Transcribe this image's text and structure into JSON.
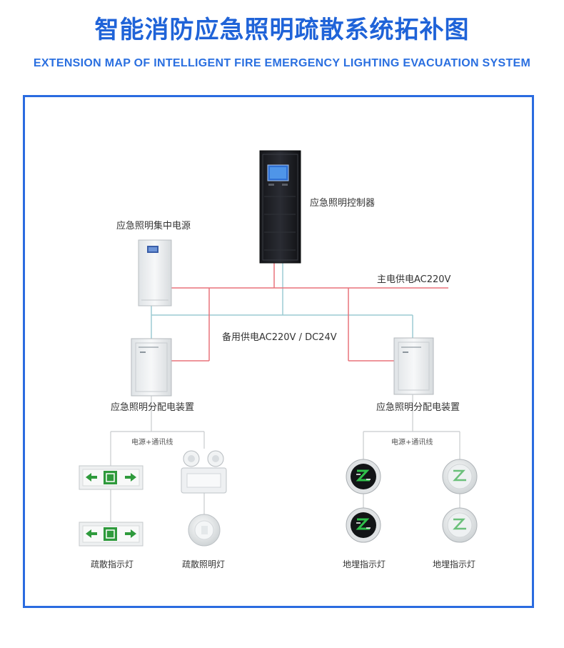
{
  "header": {
    "title": "智能消防应急照明疏散系统拓补图",
    "subtitle": "EXTENSION MAP OF INTELLIGENT FIRE EMERGENCY LIGHTING EVACUATION SYSTEM"
  },
  "diagram": {
    "controller_label": "应急照明控制器",
    "central_power_label": "应急照明集中电源",
    "main_supply_label": "主电供电AC220V",
    "backup_supply_label": "备用供电AC220V / DC24V",
    "distribution_left_label": "应急照明分配电装置",
    "distribution_right_label": "应急照明分配电装置",
    "wire_left_label": "电源+通讯线",
    "wire_right_label": "电源+通讯线",
    "exit_sign_label": "疏散指示灯",
    "evac_light_label": "疏散照明灯",
    "floor_light_left_label": "地埋指示灯",
    "floor_light_right_label": "地埋指示灯",
    "exit_sign_text": "→",
    "colors": {
      "main_line": "#e8727a",
      "backup_line": "#9ccad2",
      "frame": "#2a6be0",
      "sign_green": "#2e9a3c"
    }
  }
}
